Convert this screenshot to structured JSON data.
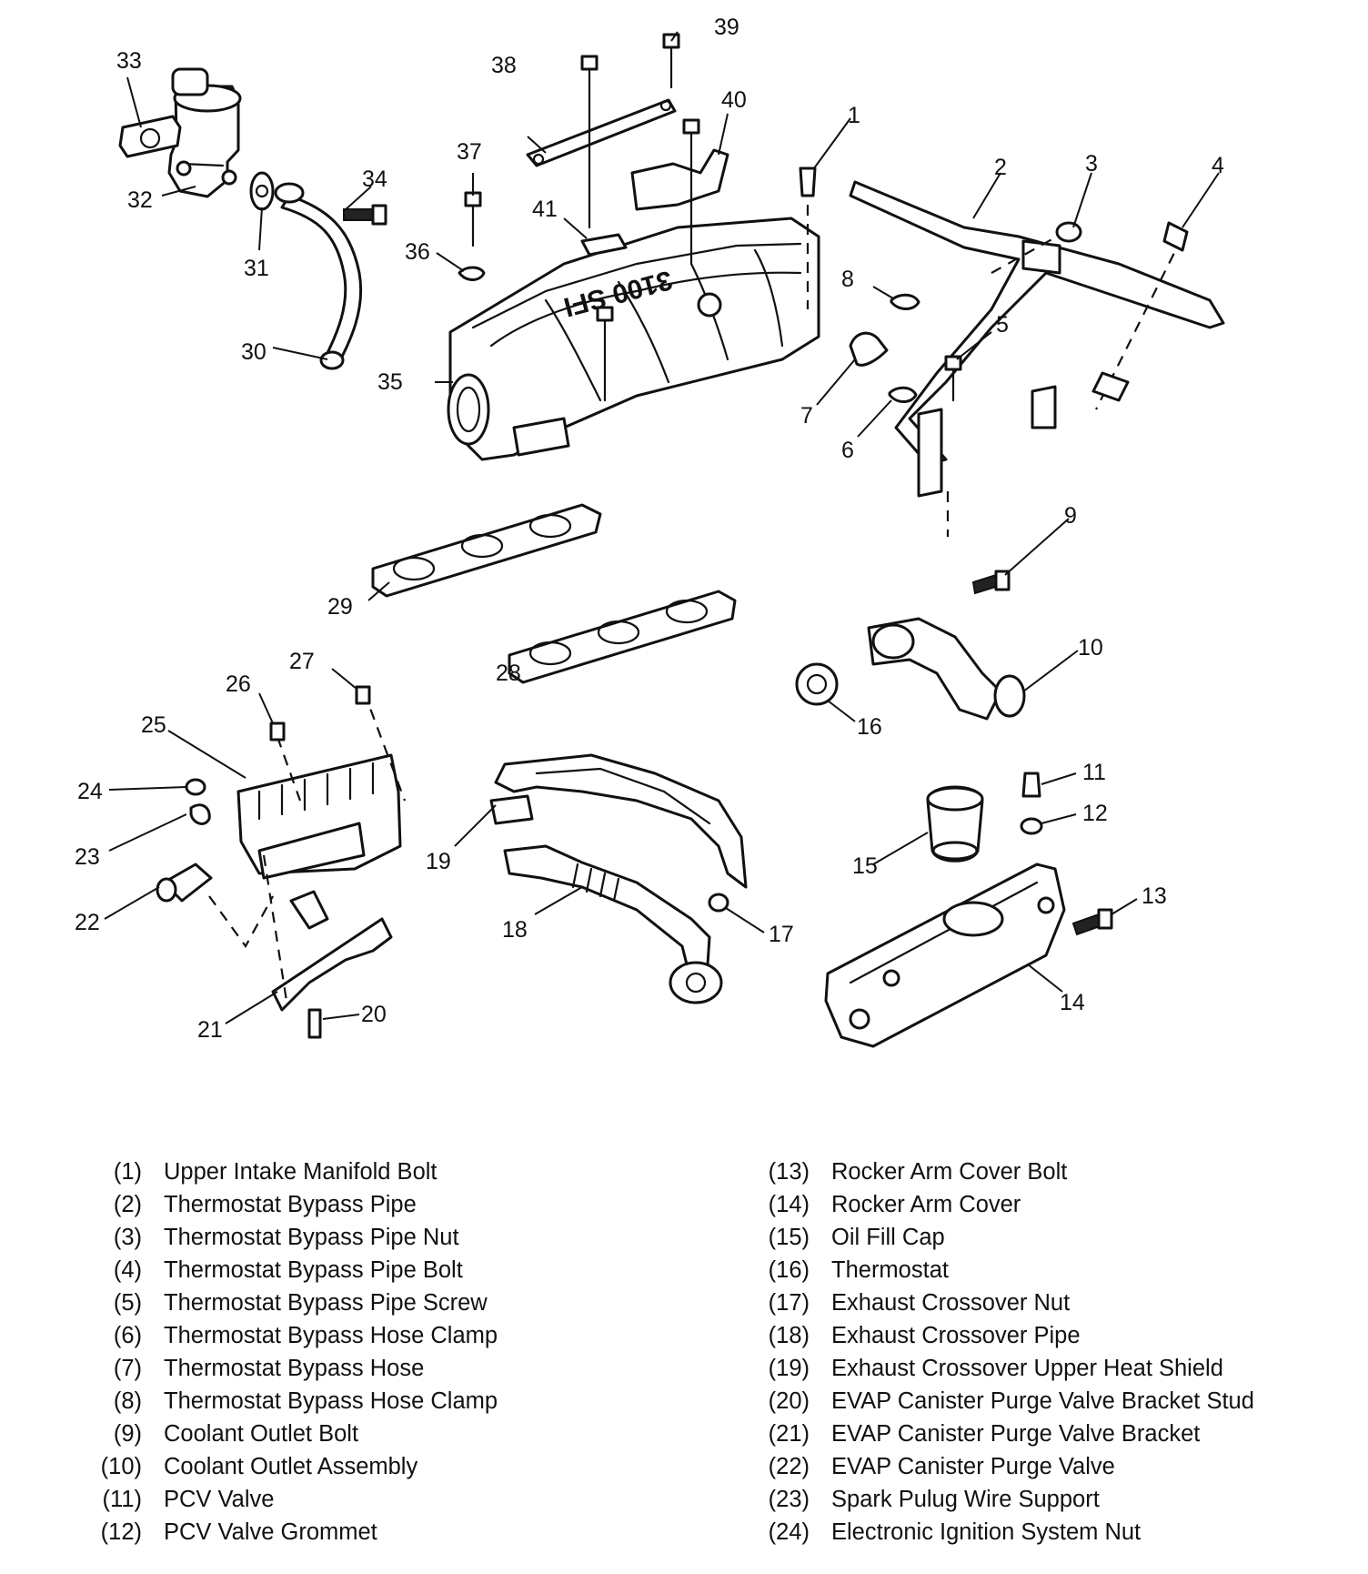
{
  "callouts": [
    "1",
    "2",
    "3",
    "4",
    "5",
    "6",
    "7",
    "8",
    "9",
    "10",
    "11",
    "12",
    "13",
    "14",
    "15",
    "16",
    "17",
    "18",
    "19",
    "20",
    "21",
    "22",
    "23",
    "24",
    "25",
    "26",
    "27",
    "28",
    "29",
    "30",
    "31",
    "32",
    "33",
    "34",
    "35",
    "36",
    "37",
    "38",
    "39",
    "40",
    "41"
  ],
  "manifold_text": "3100 SFI",
  "legend": {
    "left": [
      {
        "num": "(1)",
        "name": "Upper Intake Manifold Bolt"
      },
      {
        "num": "(2)",
        "name": "Thermostat Bypass Pipe"
      },
      {
        "num": "(3)",
        "name": "Thermostat Bypass Pipe Nut"
      },
      {
        "num": "(4)",
        "name": "Thermostat Bypass Pipe Bolt"
      },
      {
        "num": "(5)",
        "name": "Thermostat Bypass Pipe Screw"
      },
      {
        "num": "(6)",
        "name": "Thermostat Bypass Hose Clamp"
      },
      {
        "num": "(7)",
        "name": "Thermostat Bypass Hose"
      },
      {
        "num": "(8)",
        "name": "Thermostat Bypass Hose Clamp"
      },
      {
        "num": "(9)",
        "name": "Coolant Outlet Bolt"
      },
      {
        "num": "(10)",
        "name": "Coolant Outlet Assembly"
      },
      {
        "num": "(11)",
        "name": "PCV Valve"
      },
      {
        "num": "(12)",
        "name": "PCV Valve Grommet"
      }
    ],
    "right": [
      {
        "num": "(13)",
        "name": "Rocker Arm Cover Bolt"
      },
      {
        "num": "(14)",
        "name": "Rocker Arm Cover"
      },
      {
        "num": "(15)",
        "name": "Oil Fill Cap"
      },
      {
        "num": "(16)",
        "name": "Thermostat"
      },
      {
        "num": "(17)",
        "name": "Exhaust Crossover Nut"
      },
      {
        "num": "(18)",
        "name": "Exhaust Crossover Pipe"
      },
      {
        "num": "(19)",
        "name": "Exhaust Crossover Upper Heat Shield"
      },
      {
        "num": "(20)",
        "name": "EVAP Canister Purge Valve Bracket Stud"
      },
      {
        "num": "(21)",
        "name": "EVAP Canister Purge Valve Bracket"
      },
      {
        "num": "(22)",
        "name": "EVAP Canister Purge Valve"
      },
      {
        "num": "(23)",
        "name": "Spark Pulug Wire Support"
      },
      {
        "num": "(24)",
        "name": "Electronic Ignition System Nut"
      }
    ]
  }
}
